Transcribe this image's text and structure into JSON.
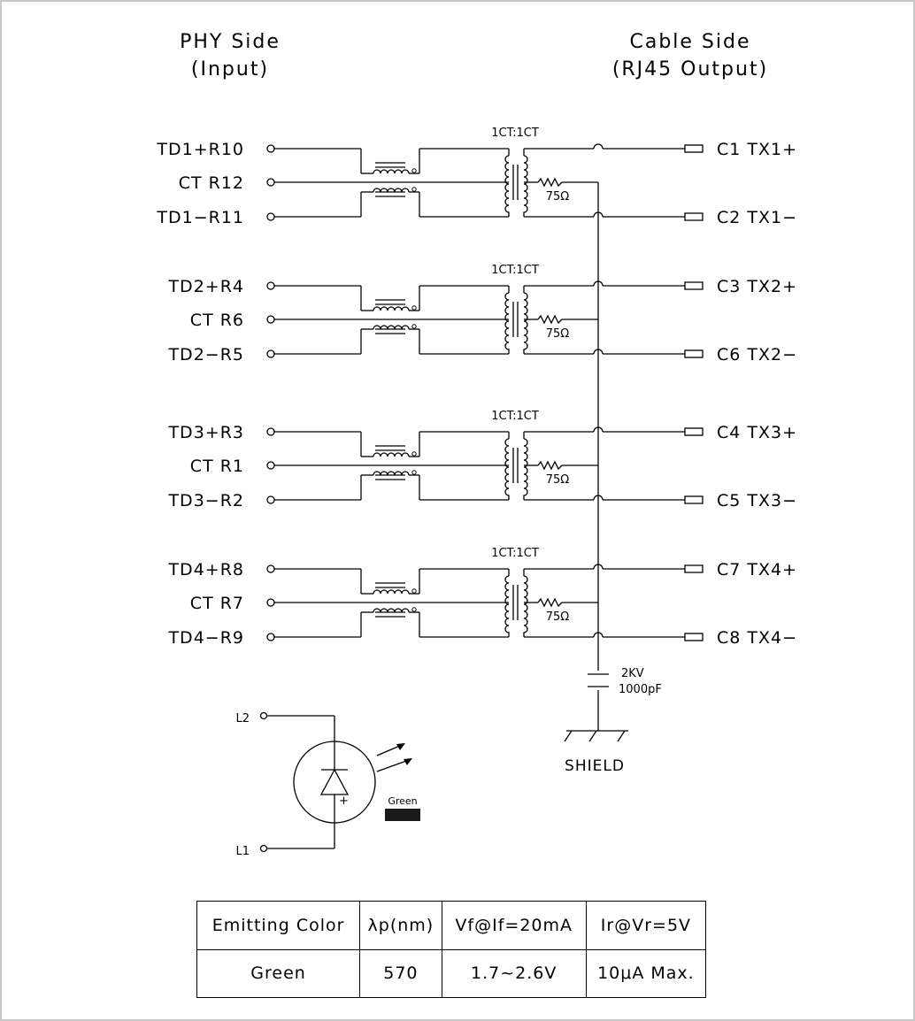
{
  "headers": {
    "phy_side": "PHY Side",
    "phy_input": "(Input)",
    "cable_side": "Cable Side",
    "cable_output": "(RJ45 Output)"
  },
  "channels": [
    {
      "ratio": "1CT:1CT",
      "resistor": "75Ω",
      "inputs": [
        "TD1+R10",
        "CT R12",
        "TD1−R11"
      ],
      "outputs": [
        "C1  TX1+",
        "C2  TX1−"
      ]
    },
    {
      "ratio": "1CT:1CT",
      "resistor": "75Ω",
      "inputs": [
        "TD2+R4",
        "CT R6",
        "TD2−R5"
      ],
      "outputs": [
        "C3  TX2+",
        "C6  TX2−"
      ]
    },
    {
      "ratio": "1CT:1CT",
      "resistor": "75Ω",
      "inputs": [
        "TD3+R3",
        "CT R1",
        "TD3−R2"
      ],
      "outputs": [
        "C4  TX3+",
        "C5  TX3−"
      ]
    },
    {
      "ratio": "1CT:1CT",
      "resistor": "75Ω",
      "inputs": [
        "TD4+R8",
        "CT R7",
        "TD4−R9"
      ],
      "outputs": [
        "C7  TX4+",
        "C8  TX4−"
      ]
    }
  ],
  "capacitor": {
    "voltage": "2KV",
    "value": "1000pF"
  },
  "shield": "SHIELD",
  "led": {
    "pin_top": "L2",
    "pin_bottom": "L1",
    "plus": "+",
    "color_label": "Green",
    "legend_color": "#1a1a1a"
  },
  "spec_table": {
    "headers": [
      "Emitting Color",
      "λp(nm)",
      "Vf@If=20mA",
      "Ir@Vr=5V"
    ],
    "rows": [
      [
        "Green",
        "570",
        "1.7~2.6V",
        "10μA  Max."
      ]
    ]
  }
}
